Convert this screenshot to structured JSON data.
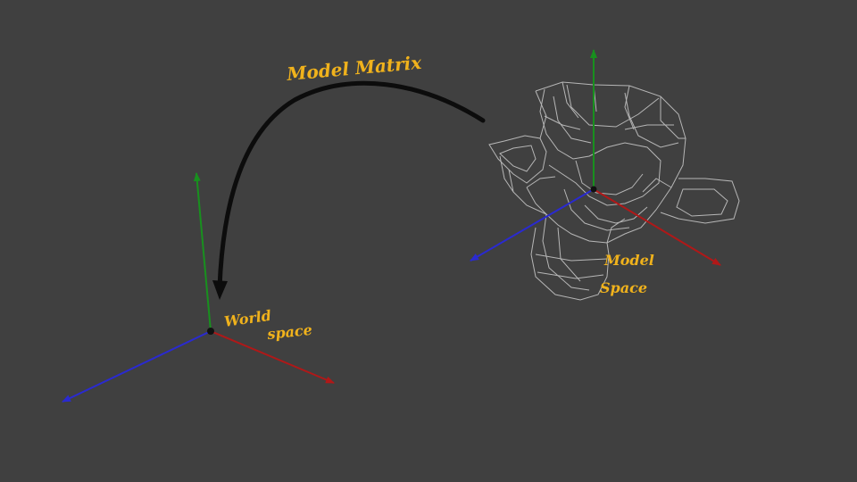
{
  "labels": {
    "transform": "Model Matrix",
    "world_line1": "World",
    "world_line2": "space",
    "model_line1": "Model",
    "model_line2": "Space"
  },
  "colors": {
    "background": "#404040",
    "x_axis": "#b01818",
    "y_axis": "#18901e",
    "z_axis": "#2a2ad0",
    "annotation": "#f0b21c",
    "arrow": "#0c0c0c",
    "wireframe": "#d8d8d8"
  },
  "icons": {
    "world_gizmo": "xyz-axes-gizmo",
    "model_gizmo": "xyz-axes-gizmo",
    "mesh": "monkey-head-wireframe",
    "transform_arrow": "curved-arrow"
  }
}
